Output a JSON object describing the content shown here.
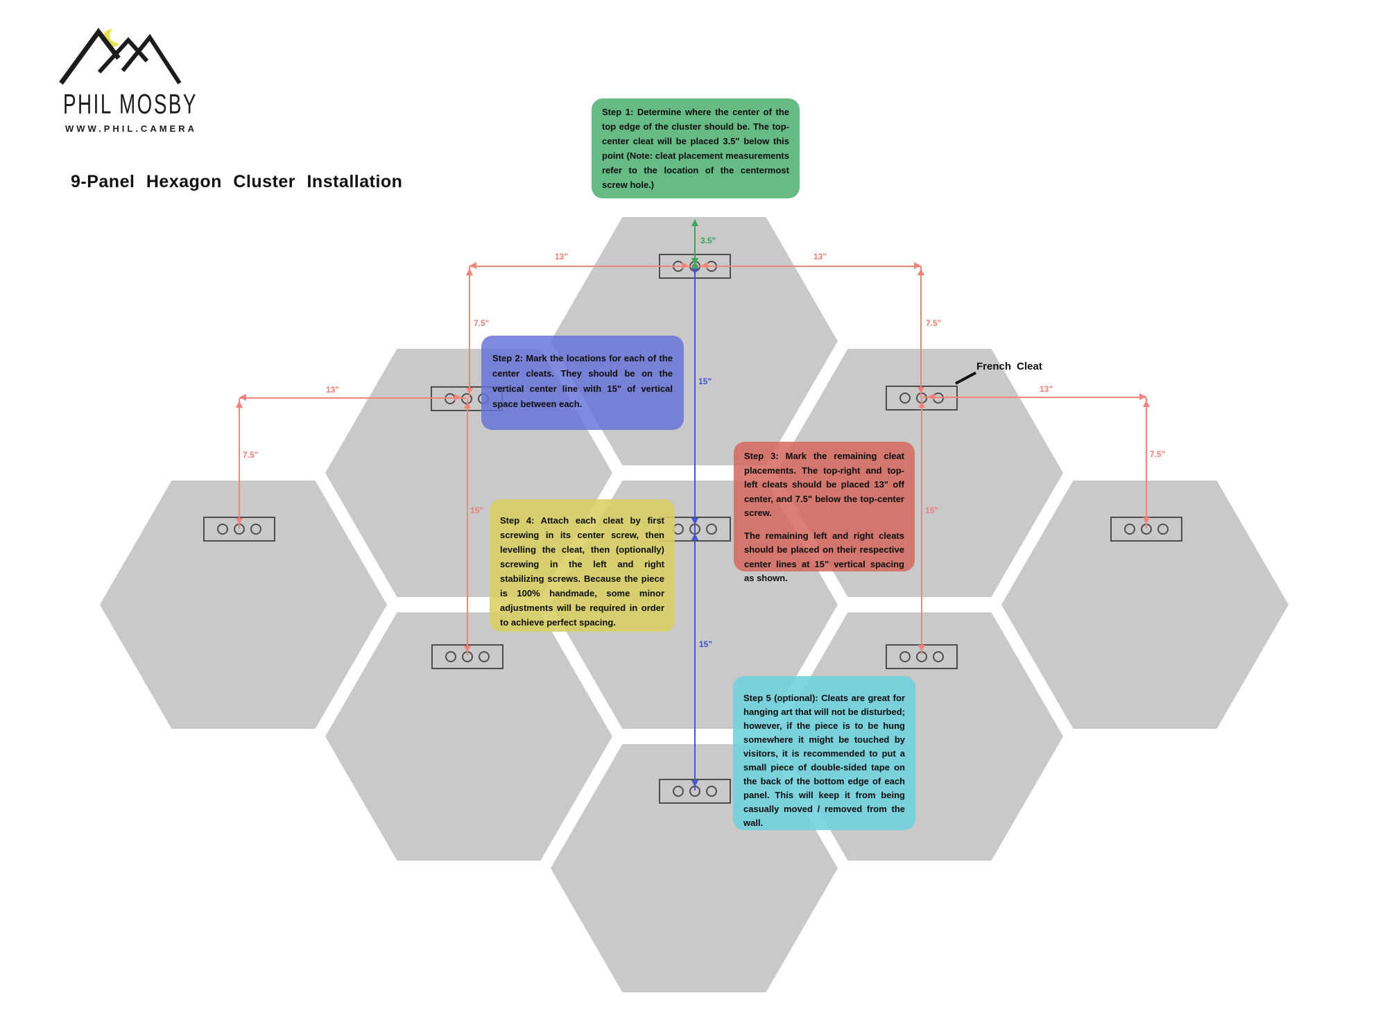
{
  "logo": {
    "brand": "PHIL MOSBY",
    "website": "WWW.PHIL.CAMERA"
  },
  "title": "9-Panel Hexagon Cluster Installation",
  "annotations": {
    "french_cleat_label": "French Cleat"
  },
  "steps": [
    {
      "name": "step-1",
      "color": "#66bb85",
      "text": "Step 1: Determine where the center of the top edge of the cluster should be. The top-center cleat will be placed 3.5\" below this point (Note: cleat placement measurements refer to the location of the centermost screw hole.)"
    },
    {
      "name": "step-2",
      "color": "#808ae0",
      "text": "Step 2: Mark the locations for each of the center cleats. They should be on the vertical center line with 15\" of vertical space between each."
    },
    {
      "name": "step-3",
      "color": "#da7e76",
      "text": "Step 3: Mark the remaining cleat placements. The top-right and top-left cleats should be placed 13\" off center, and 7.5\" below the top-center screw.",
      "text2": "The remaining left and right cleats should be placed on their respective center lines at 15\" vertical spacing as shown."
    },
    {
      "name": "step-4",
      "color": "#ddd576",
      "text": "Step 4: Attach each cleat by first screwing in its center screw, then levelling the cleat, then (optionally) screwing in the left and right stabilizing screws.  Because the piece is 100% handmade, some minor adjustments will be required in order to achieve perfect spacing."
    },
    {
      "name": "step-5",
      "color": "#7fd6e1",
      "text": "Step 5 (optional): Cleats are great for hanging art that will not be disturbed; however, if the piece is to be hung somewhere it might be touched by visitors, it is recommended to put a small piece of double-sided tape on the back of the bottom edge of each panel. This will keep it from being casually moved / removed from the wall."
    }
  ],
  "dimensions": {
    "labels": [
      {
        "id": "top-left-13",
        "text": "13\""
      },
      {
        "id": "top-right-13",
        "text": "13\""
      },
      {
        "id": "upper-left-7-5",
        "text": "7.5\""
      },
      {
        "id": "upper-right-7-5",
        "text": "7.5\""
      },
      {
        "id": "mid-left-13",
        "text": "13\""
      },
      {
        "id": "mid-right-13",
        "text": "13\""
      },
      {
        "id": "outer-left-7-5",
        "text": "7.5\""
      },
      {
        "id": "outer-right-7-5",
        "text": "7.5\""
      },
      {
        "id": "left-15",
        "text": "15\""
      },
      {
        "id": "right-15",
        "text": "15\""
      },
      {
        "id": "center-upper-15",
        "text": "15\""
      },
      {
        "id": "center-lower-15",
        "text": "15\""
      },
      {
        "id": "top-offset-3-5",
        "text": "3.5\""
      }
    ]
  },
  "colors": {
    "panel_gray": "#c9c9c9",
    "dimension_red": "#f0837a",
    "dimension_blue": "#4556cb",
    "dimension_green": "#3da55c",
    "moon_yellow": "#e3e14f"
  }
}
